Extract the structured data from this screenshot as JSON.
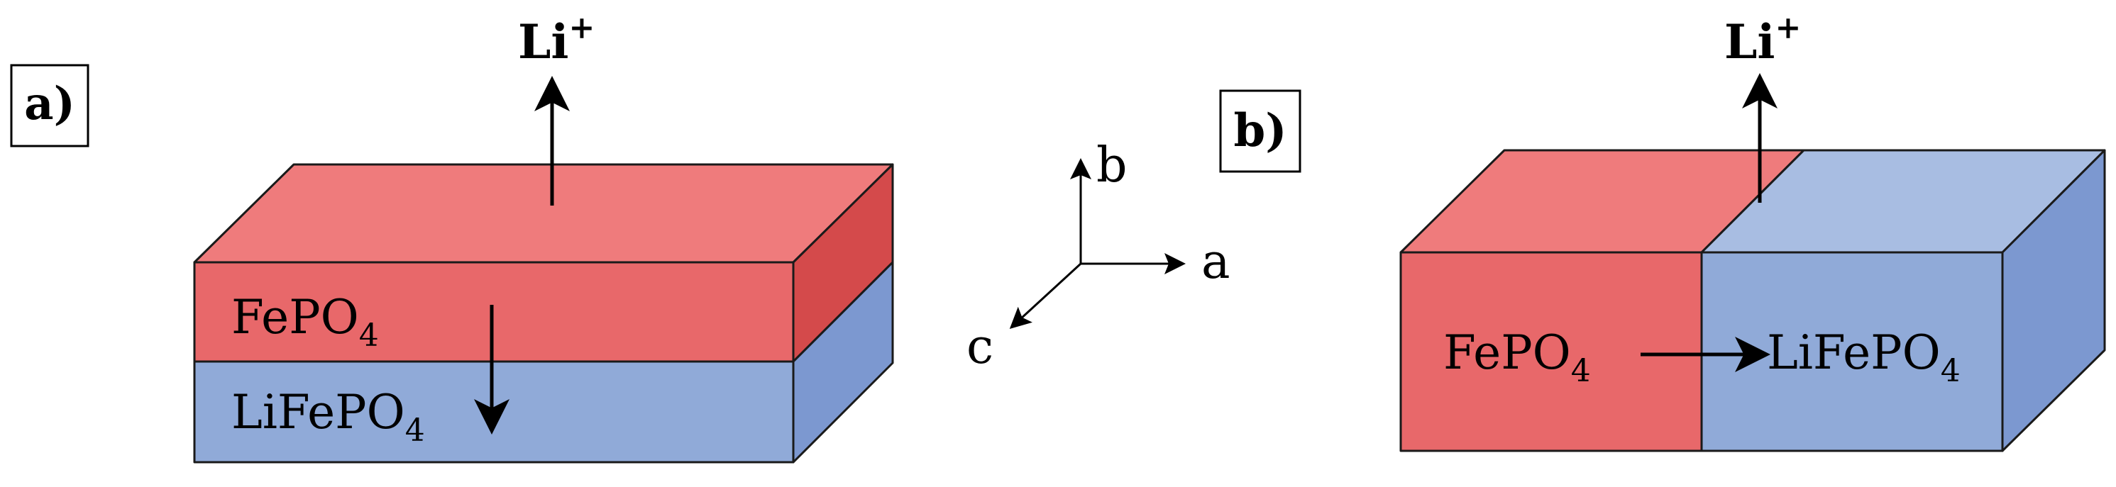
{
  "panel_a": {
    "label": "a)",
    "top_layer": "FePO",
    "top_layer_sub": "4",
    "bottom_layer": "LiFePO",
    "bottom_layer_sub": "4",
    "ion": "Li",
    "ion_sup": "+"
  },
  "panel_b": {
    "label": "b)",
    "left_phase": "FePO",
    "left_phase_sub": "4",
    "right_phase": "LiFePO",
    "right_phase_sub": "4",
    "ion": "Li",
    "ion_sup": "+"
  },
  "axes": {
    "a": "a",
    "b": "b",
    "c": "c"
  },
  "colors": {
    "fepo4_front": "#e8686a",
    "fepo4_top": "#ef7b7c",
    "fepo4_side": "#d44a4b",
    "lifepo4_front": "#90aad8",
    "lifepo4_top": "#a8bde2",
    "lifepo4_side": "#7c98d0"
  }
}
